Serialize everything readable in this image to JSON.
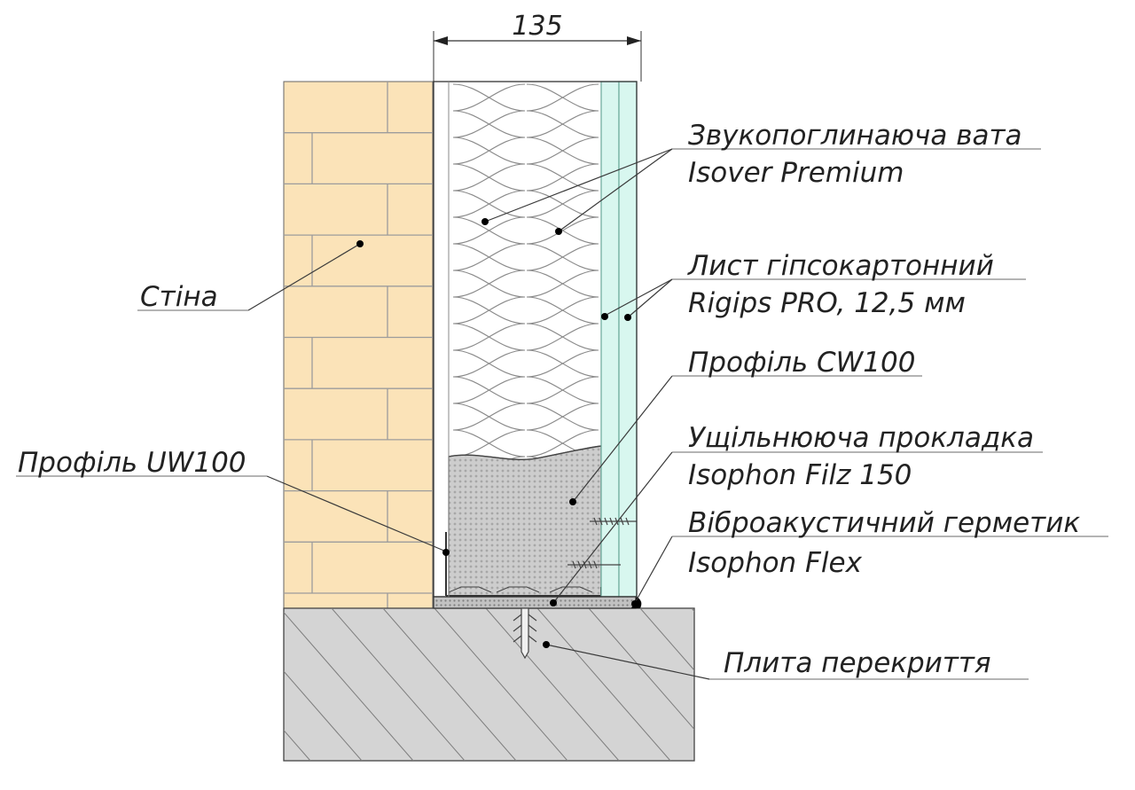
{
  "dimension": {
    "value": "135"
  },
  "labels": {
    "insulation_line1": "Звукопоглинаюча вата",
    "insulation_line2": "Isover Premium",
    "gypsum_line1": "Лист гіпсокартонний",
    "gypsum_line2": "Rigips PRO, 12,5 мм",
    "profile_cw": "Профіль CW100",
    "gasket_line1": "Ущільнююча прокладка",
    "gasket_line2": "Isophon Filz 150",
    "sealant_line1": "Віброакустичний герметик",
    "sealant_line2": "Isophon Flex",
    "slab": "Плита перекриття",
    "wall": "Стіна",
    "profile_uw": "Профіль UW100"
  },
  "colors": {
    "brick_fill": "#fbe3b8",
    "brick_joint": "#9c9c9c",
    "insulation_fill": "#ffffff",
    "insulation_stroke": "#8a8a8a",
    "gypsum_fill": "#d8f7ef",
    "profile_fill": "#cfcfcf",
    "slab_fill": "#d4d4d4",
    "gasket_fill": "#b8b8b8"
  }
}
